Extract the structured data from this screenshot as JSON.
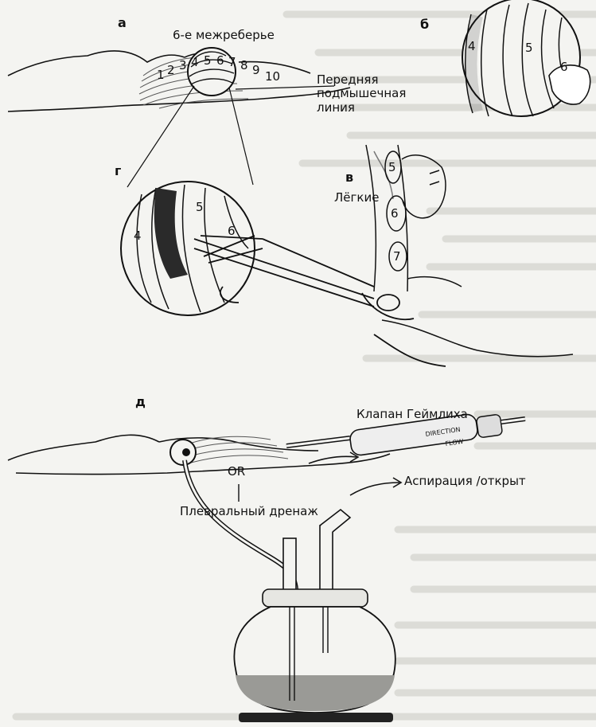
{
  "panels": {
    "a": "а",
    "b": "б",
    "v": "в",
    "g": "г",
    "d": "д"
  },
  "labels": {
    "intercostal": "6-е межреберье",
    "axillary_line": "Передняя подмышечная линия",
    "lungs": "Лёгкие",
    "heimlich_valve": "Клапан Геймлиха",
    "or": "OR",
    "aspiration": "Аспирация /открыт",
    "pleural_drainage": "Плевральный дренаж"
  },
  "rib_numbers": [
    "1",
    "2",
    "3",
    "4",
    "5",
    "6",
    "7",
    "8",
    "9",
    "10"
  ],
  "inset_numbers": {
    "b": [
      "4",
      "5",
      "6"
    ],
    "g": [
      "4",
      "5",
      "6"
    ],
    "v": [
      "5",
      "6",
      "7"
    ]
  },
  "valve_text": [
    "DIRECTION",
    "FLOW"
  ],
  "colors": {
    "ink": "#111111",
    "paper": "#f4f4f1",
    "fluid": "#9a9a96"
  }
}
